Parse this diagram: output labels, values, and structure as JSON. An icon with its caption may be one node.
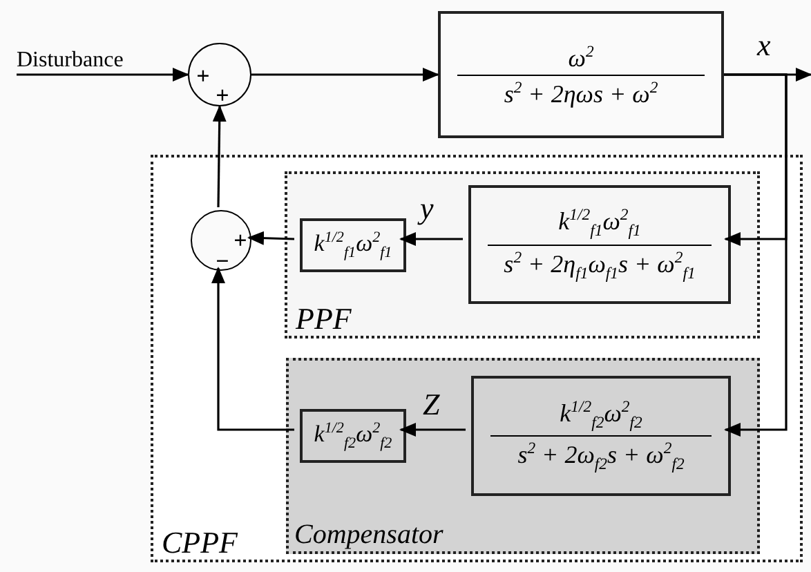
{
  "diagram": {
    "nodes": [
      {
        "text": [
          "Disturbance"
        ]
      },
      {
        "text": [
          "+",
          "+"
        ]
      },
      {
        "text": [
          "ω$^{2}$",
          "s$^{2}$ + 2ηωs + ω$^{2}$"
        ]
      },
      {
        "text": [
          "CPPF"
        ]
      },
      {
        "text": [
          "+",
          "−"
        ],
        "in": 3
      },
      {
        "text": [
          "PPF"
        ],
        "in": 3
      },
      {
        "text": [
          "k$^{1/2}$$_{f1}$ω$^{2}$$_{f1}$"
        ],
        "in": 5
      },
      {
        "text": [
          "k$^{1/2}$$_{f1}$ω$^{2}$$_{f1}$",
          "s$^{2}$ + 2η$_{f1}$ω$_{f1}$s + ω$^{2}$$_{f1}$"
        ],
        "in": 5
      },
      {
        "text": [
          "Compensator"
        ],
        "in": 3
      },
      {
        "text": [
          "k$^{1/2}$$_{f2}$ω$^{2}$$_{f2}$"
        ],
        "in": 8
      },
      {
        "text": [
          "k$^{1/2}$$_{f2}$ω$^{2}$$_{f2}$",
          "s$^{2}$ + 2ω$_{f2}$s + ω$^{2}$$_{f2}$"
        ],
        "in": 8
      }
    ],
    "edges": [
      {
        "from": 0,
        "to": 1,
        "arrow": "to"
      },
      {
        "from": 1,
        "to": 2,
        "arrow": "to"
      },
      {
        "from": 2,
        "to": null,
        "arrow": "to",
        "label": "x"
      },
      {
        "from": 2,
        "to": 7,
        "arrow": "to"
      },
      {
        "from": 2,
        "to": 10,
        "arrow": "to"
      },
      {
        "from": 7,
        "to": 6,
        "arrow": "to",
        "label": "y"
      },
      {
        "from": 6,
        "to": 4,
        "arrow": "to"
      },
      {
        "from": 10,
        "to": 9,
        "arrow": "to",
        "label": "Z"
      },
      {
        "from": 9,
        "to": 4,
        "arrow": "to"
      },
      {
        "from": 4,
        "to": 1,
        "arrow": "to"
      }
    ]
  }
}
